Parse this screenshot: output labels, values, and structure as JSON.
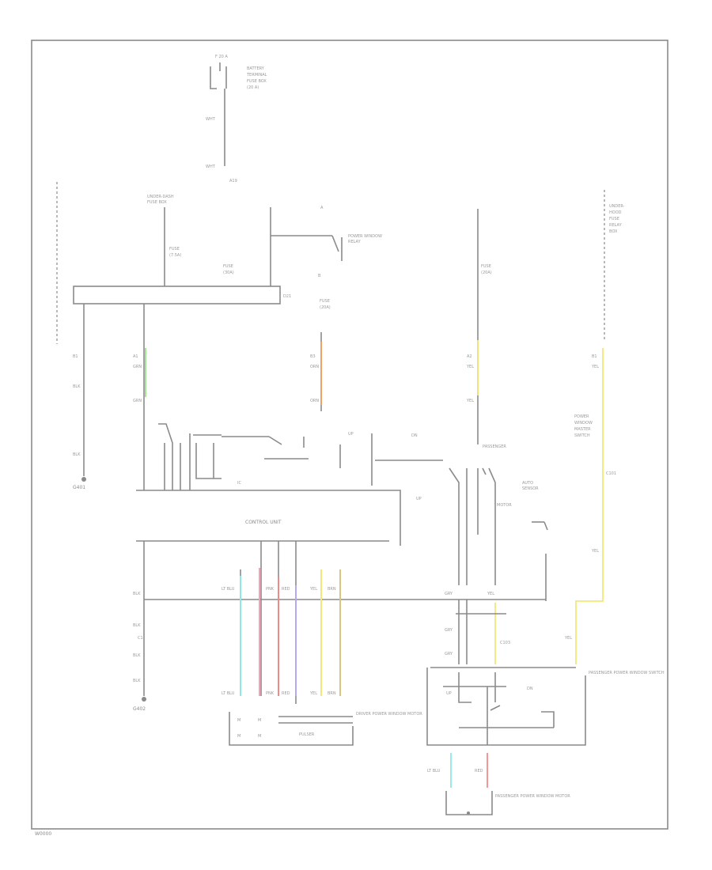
{
  "colors": {
    "line": "#8a8a8a",
    "green": "#9be38a",
    "orange": "#f5a05a",
    "yellow": "#f2e878",
    "cyan": "#8fe8e8",
    "pink": "#f2a4b4",
    "violet": "#b8a8f2",
    "tan": "#d8c680",
    "red": "#f08a8a"
  },
  "labels": {
    "control_unit": "CONTROL UNIT",
    "passenger_switch": "PASSENGER POWER WINDOW SWITCH",
    "passenger_motor": "PASSENGER POWER WINDOW MOTOR",
    "driver_motor": "DRIVER POWER WINDOW MOTOR",
    "pulser": "PULSER",
    "ground_left": "G401",
    "ground_left_bottom": "G402",
    "fuse_box": "FUSE BOX",
    "battery": "BATTERY",
    "relay": "RELAY",
    "passenger": "PASSENGER",
    "page_code": "W0000"
  }
}
